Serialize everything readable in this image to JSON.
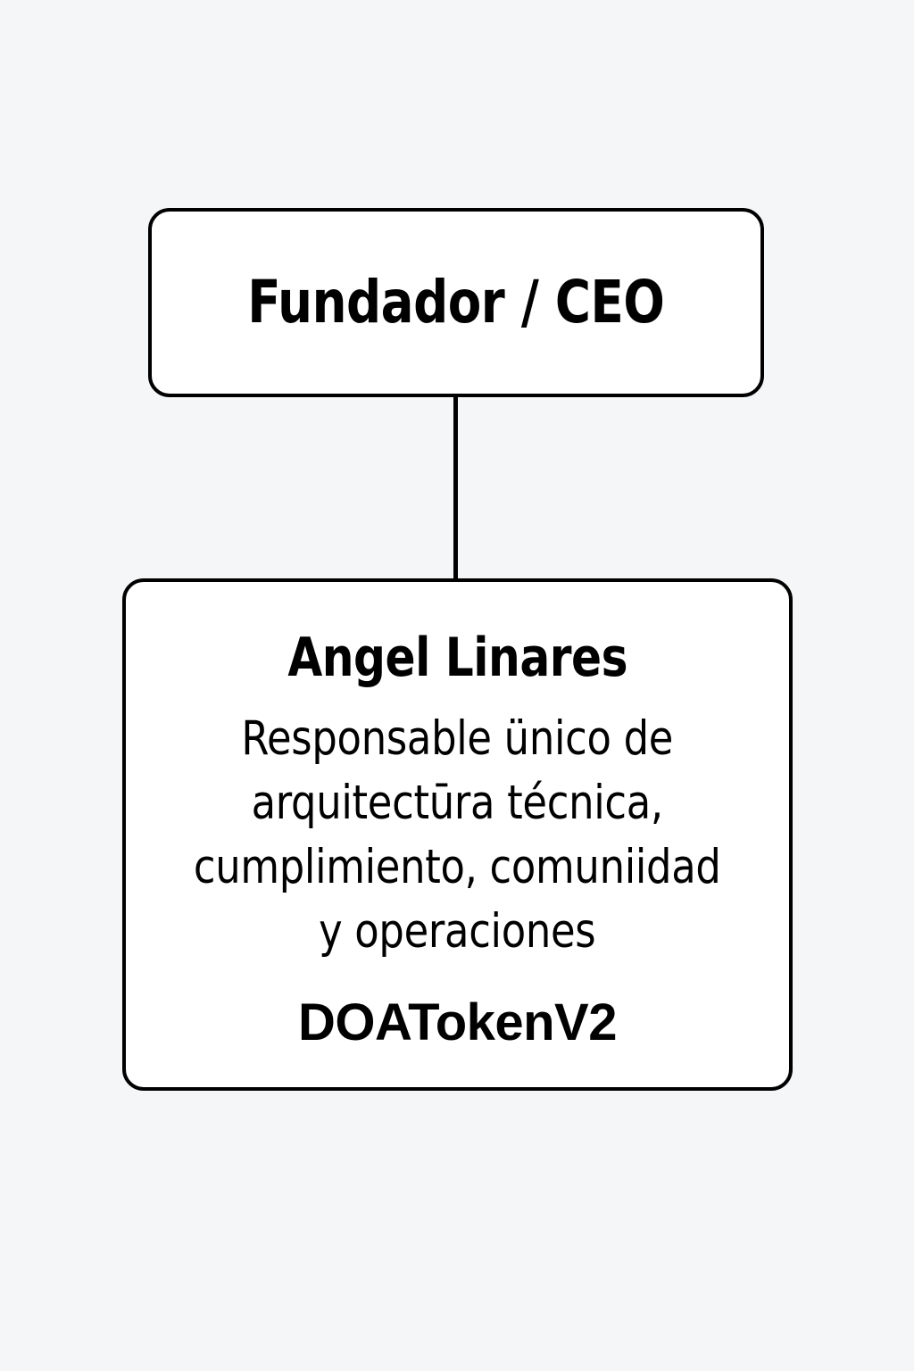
{
  "canvas": {
    "background_color": "#f4f6f8",
    "stroke_color": "#000000",
    "node_fill_color": "#ffffff"
  },
  "org_chart": {
    "nodes": [
      {
        "id": "ceo",
        "title": "Fundador / CEO"
      },
      {
        "id": "person",
        "name": "Angel Linares",
        "role_lines": [
          "Responsable ünico de",
          "arquitectūra técnica,",
          "cumplimiento, comuniidad",
          "y operaciones"
        ],
        "token": "DOATokenV2"
      }
    ],
    "connector": {
      "from": "ceo",
      "to": "person",
      "style": "straight-vertical-line"
    }
  }
}
